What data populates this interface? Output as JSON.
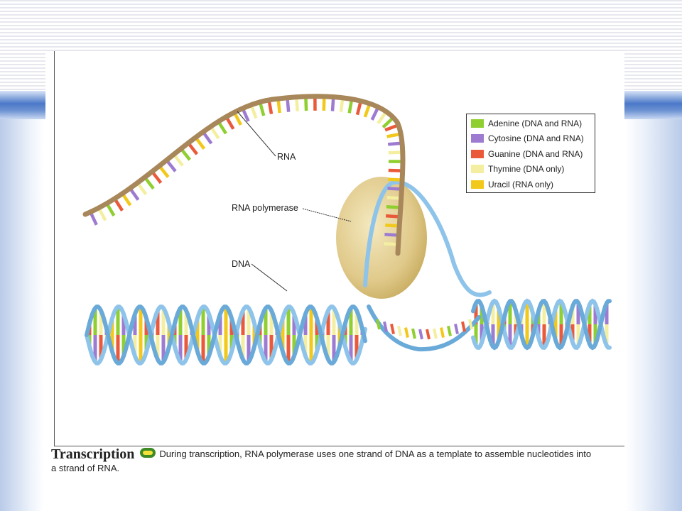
{
  "legend": {
    "items": [
      {
        "label": "Adenine (DNA and RNA)",
        "color": "#8fcf2f"
      },
      {
        "label": "Cytosine (DNA and RNA)",
        "color": "#9d7bd1"
      },
      {
        "label": "Guanine (DNA and RNA)",
        "color": "#ea5a3a"
      },
      {
        "label": "Thymine (DNA only)",
        "color": "#f4efa0"
      },
      {
        "label": "Uracil (RNA only)",
        "color": "#f2c81a"
      }
    ]
  },
  "labels": {
    "rna": "RNA",
    "rna_polymerase": "RNA polymerase",
    "dna": "DNA"
  },
  "caption": {
    "title": "Transcription",
    "icon": "key-icon",
    "text": "During transcription, RNA polymerase uses one strand of DNA as a template to assemble nucleotides into",
    "text_line2": "a strand of RNA."
  },
  "colors": {
    "dna_strand": "#8ec3ea",
    "rna_backbone": "#a8875a",
    "polymerase": "#e3cf8a",
    "slide_band": "#4a78c8"
  }
}
